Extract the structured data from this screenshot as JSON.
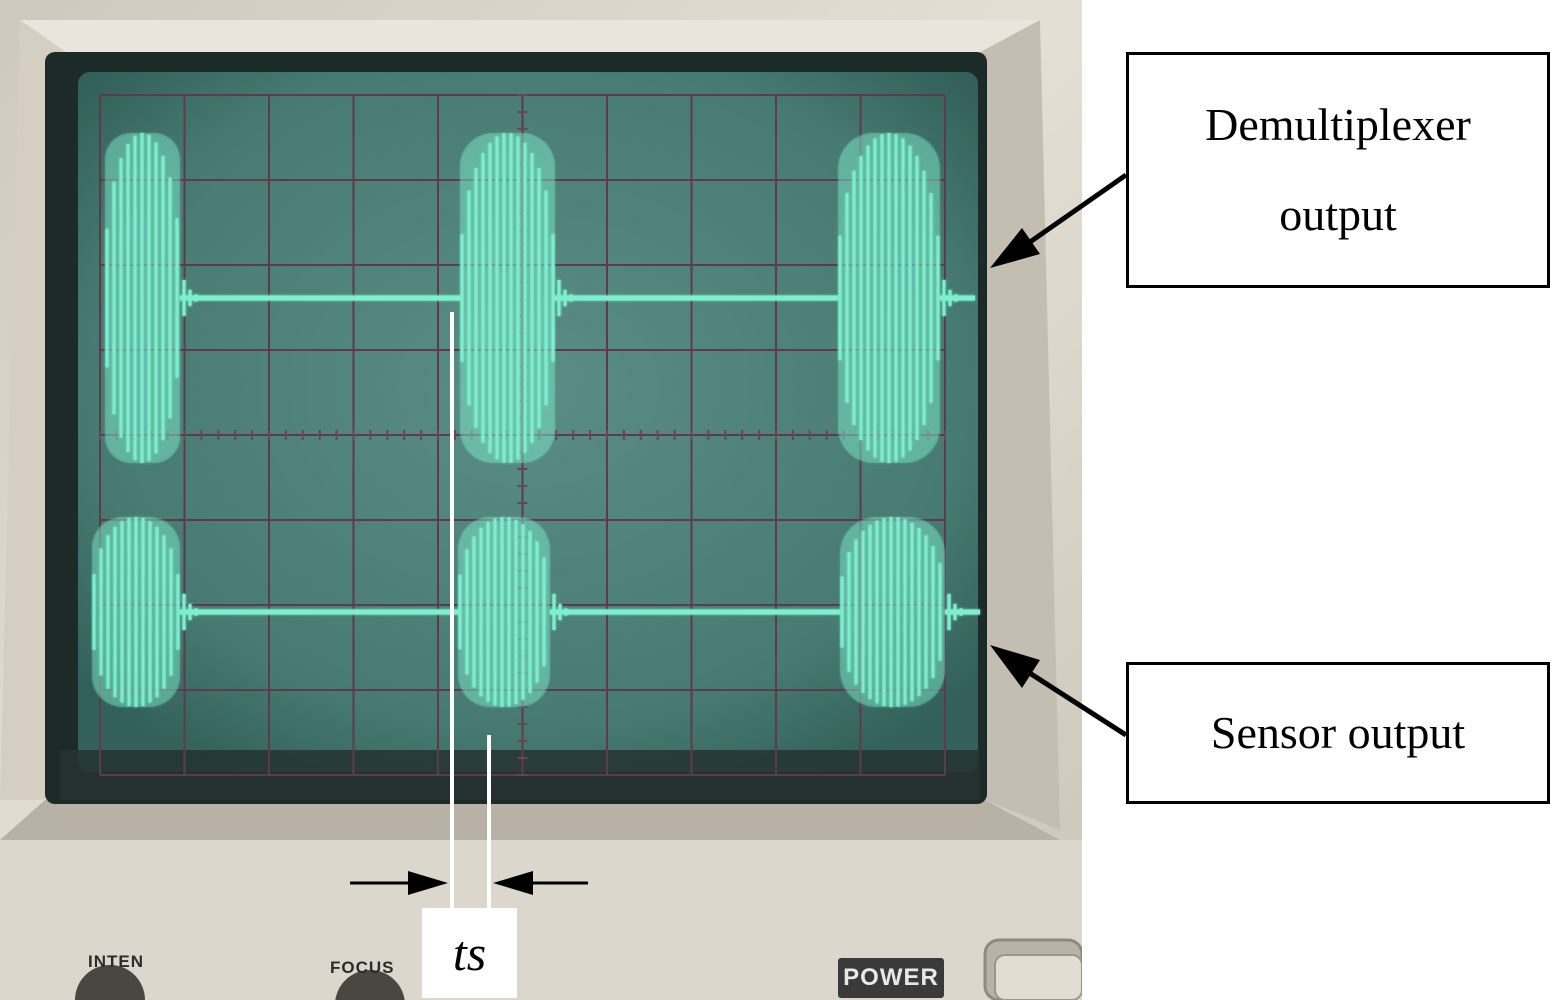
{
  "callouts": {
    "demux_line1": "Demultiplexer",
    "demux_line2": "output",
    "sensor": "Sensor output"
  },
  "ts_label": "ts",
  "panel": {
    "inten": "INTEN",
    "focus": "FOCUS",
    "power": "POWER"
  },
  "colors": {
    "trace": "#7df0cf",
    "screen": "#4b8078",
    "grid": "#5a3a4a",
    "bezel": "#d8d2c6"
  }
}
